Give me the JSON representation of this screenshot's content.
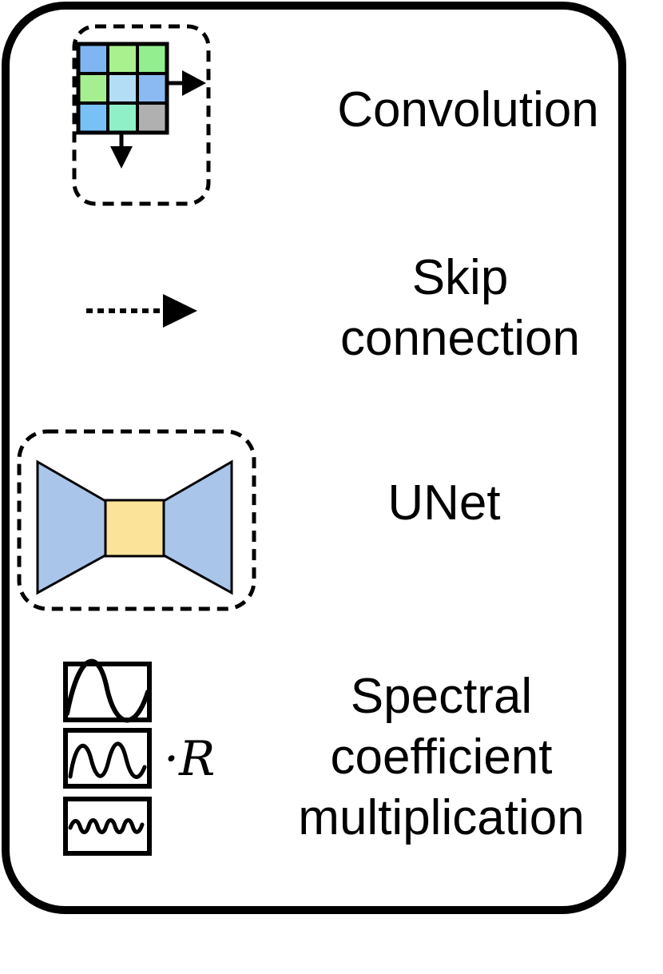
{
  "legend": {
    "items": [
      {
        "id": "convolution",
        "lines": [
          "Convolution"
        ]
      },
      {
        "id": "skip",
        "lines": [
          "Skip",
          "connection"
        ]
      },
      {
        "id": "unet",
        "lines": [
          "UNet"
        ]
      },
      {
        "id": "spectral",
        "lines": [
          "Spectral",
          "coefficient",
          "multiplication"
        ]
      }
    ],
    "spectral_factor": "·R"
  },
  "colors": {
    "border": "#000000",
    "unet_side": "#aac5ea",
    "unet_middle": "#fce39a",
    "conv_cells": [
      "#7fb6f2",
      "#a9f08e",
      "#92ee8e",
      "#a6ef91",
      "#b3dcf5",
      "#8bb9f2",
      "#78c1f7",
      "#8ff0c7",
      "#b0b0b0"
    ]
  }
}
